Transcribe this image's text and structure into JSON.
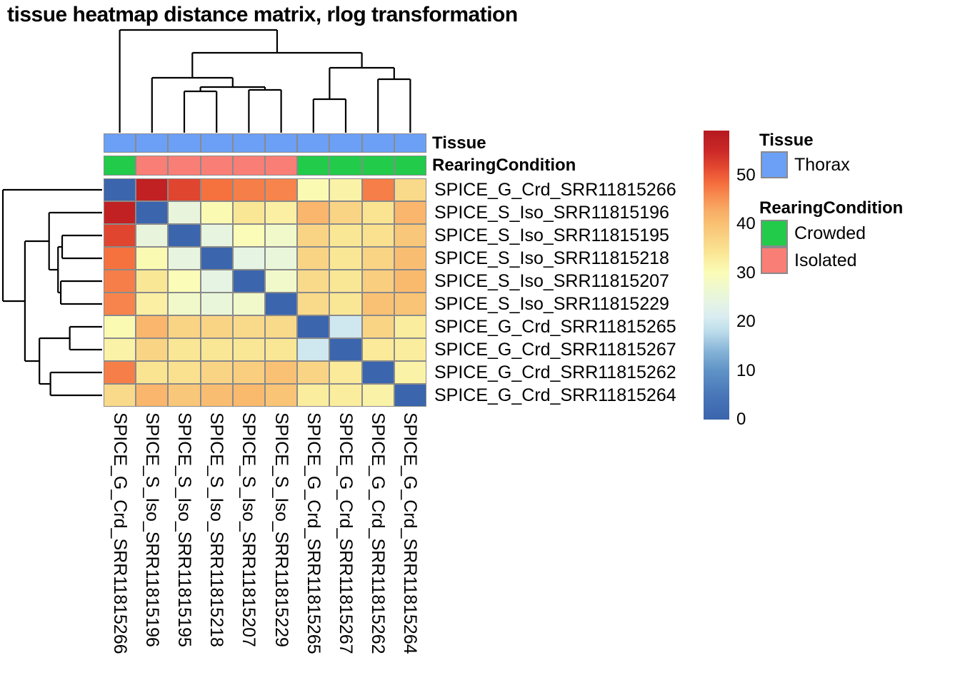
{
  "title": "tissue heatmap distance matrix, rlog transformation",
  "annotation_rows": [
    {
      "name": "Tissue",
      "values": [
        "Thorax",
        "Thorax",
        "Thorax",
        "Thorax",
        "Thorax",
        "Thorax",
        "Thorax",
        "Thorax",
        "Thorax",
        "Thorax"
      ]
    },
    {
      "name": "RearingCondition",
      "values": [
        "Crowded",
        "Isolated",
        "Isolated",
        "Isolated",
        "Isolated",
        "Isolated",
        "Crowded",
        "Crowded",
        "Crowded",
        "Crowded"
      ]
    }
  ],
  "annotation_colors": {
    "Thorax": "#6BA0F6",
    "Crowded": "#22CB4A",
    "Isolated": "#F97E76"
  },
  "legend": {
    "colorbar_ticks": [
      0,
      10,
      20,
      30,
      40,
      50
    ],
    "groups": [
      {
        "title": "Tissue",
        "items": [
          {
            "label": "Thorax",
            "color": "#6BA0F6"
          }
        ]
      },
      {
        "title": "RearingCondition",
        "items": [
          {
            "label": "Crowded",
            "color": "#22CB4A"
          },
          {
            "label": "Isolated",
            "color": "#F97E76"
          }
        ]
      }
    ]
  },
  "chart_data": {
    "type": "heatmap",
    "title": "tissue heatmap distance matrix, rlog transformation",
    "samples": [
      "SPICE_G_Crd_SRR11815266",
      "SPICE_S_Iso_SRR11815196",
      "SPICE_S_Iso_SRR11815195",
      "SPICE_S_Iso_SRR11815218",
      "SPICE_S_Iso_SRR11815207",
      "SPICE_S_Iso_SRR11815229",
      "SPICE_G_Crd_SRR11815265",
      "SPICE_G_Crd_SRR11815267",
      "SPICE_G_Crd_SRR11815262",
      "SPICE_G_Crd_SRR11815264"
    ],
    "matrix": [
      [
        0,
        57,
        52,
        48,
        47,
        46.5,
        30.5,
        32,
        47,
        36
      ],
      [
        57,
        0,
        25,
        30.5,
        34,
        32.5,
        41.5,
        37,
        34.5,
        41.5
      ],
      [
        52,
        25,
        0,
        24.5,
        30,
        27.5,
        37,
        34,
        35,
        39
      ],
      [
        48,
        30.5,
        24.5,
        0,
        24,
        25.5,
        37,
        34,
        37,
        40.5
      ],
      [
        47,
        34,
        30,
        24,
        0,
        27.5,
        36,
        34,
        38,
        41
      ],
      [
        46.5,
        32.5,
        27.5,
        25.5,
        27.5,
        0,
        36,
        34,
        40,
        39.5
      ],
      [
        30.5,
        41.5,
        37,
        37,
        36,
        36,
        0,
        20,
        37,
        33
      ],
      [
        32,
        37,
        34,
        34,
        34,
        34,
        20,
        0,
        33.5,
        33
      ],
      [
        47,
        34.5,
        35,
        37,
        38,
        40,
        37,
        33.5,
        0,
        32
      ],
      [
        36,
        41.5,
        39,
        40.5,
        41,
        39.5,
        33,
        33,
        32,
        0
      ]
    ],
    "scale": {
      "min": 0,
      "max": 59.2
    },
    "colormap_stops": [
      [
        0,
        "#3B65AD"
      ],
      [
        5,
        "#4876B8"
      ],
      [
        10,
        "#5F93C6"
      ],
      [
        14,
        "#85B3D7"
      ],
      [
        18,
        "#BCDCEA"
      ],
      [
        21,
        "#D9ECF1"
      ],
      [
        24,
        "#E5F4E3"
      ],
      [
        27,
        "#EFF8CE"
      ],
      [
        30,
        "#FBFCB7"
      ],
      [
        32,
        "#FAF2A7"
      ],
      [
        34,
        "#FAE795"
      ],
      [
        37,
        "#F9D485"
      ],
      [
        40,
        "#F9C173"
      ],
      [
        43,
        "#F8AB64"
      ],
      [
        46,
        "#F78A50"
      ],
      [
        48,
        "#F5723F"
      ],
      [
        50,
        "#EE5B38"
      ],
      [
        52,
        "#E0452F"
      ],
      [
        55,
        "#CB2927"
      ],
      [
        59.2,
        "#B5191F"
      ]
    ],
    "dendrogram": {
      "applies_to": "rows_and_columns",
      "merges": [
        {
          "id": "m1",
          "a": 2,
          "b": 3,
          "h": 58
        },
        {
          "id": "m2",
          "a": 4,
          "b": 5,
          "h": 60
        },
        {
          "id": "m3",
          "a": "m1",
          "b": "m2",
          "h": 64
        },
        {
          "id": "m4",
          "a": 1,
          "b": "m3",
          "h": 77
        },
        {
          "id": "m5",
          "a": 6,
          "b": 7,
          "h": 47
        },
        {
          "id": "m6",
          "a": 8,
          "b": 9,
          "h": 75
        },
        {
          "id": "m7",
          "a": "m5",
          "b": "m6",
          "h": 91
        },
        {
          "id": "m8",
          "a": "m4",
          "b": "m7",
          "h": 112
        },
        {
          "id": "m9",
          "a": 0,
          "b": "m8",
          "h": 144
        }
      ]
    },
    "grid_color": "#8A8A8A",
    "dendrogram_line_color": "#000000"
  }
}
